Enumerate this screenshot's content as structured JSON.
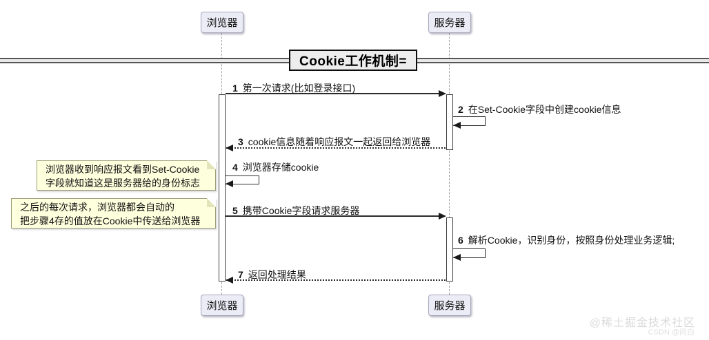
{
  "diagram": {
    "title": "Cookie工作机制=",
    "participants": [
      {
        "id": "browser",
        "label": "浏览器"
      },
      {
        "id": "server",
        "label": "服务器"
      }
    ],
    "messages": [
      {
        "num": "1",
        "text": "第一次请求(比如登录接口)",
        "from": "browser",
        "to": "server",
        "line": "solid"
      },
      {
        "num": "2",
        "text": "在Set-Cookie字段中创建cookie信息",
        "self": "server",
        "line": "solid"
      },
      {
        "num": "3",
        "text": "cookie信息随着响应报文一起返回给浏览器",
        "from": "server",
        "to": "browser",
        "line": "dotted"
      },
      {
        "num": "4",
        "text": "浏览器存储cookie",
        "self": "browser",
        "line": "solid"
      },
      {
        "num": "5",
        "text": "携带Cookie字段请求服务器",
        "from": "browser",
        "to": "server",
        "line": "solid"
      },
      {
        "num": "6",
        "text": "解析Cookie，识别身份，按照身份处理业务逻辑;",
        "self": "server",
        "line": "solid"
      },
      {
        "num": "7",
        "text": "返回处理结果",
        "from": "server",
        "to": "browser",
        "line": "dotted"
      }
    ],
    "notes": [
      {
        "lines": [
          "浏览器收到响应报文看到Set-Cookie",
          "字段就知道这是服务器给的身份标志"
        ]
      },
      {
        "lines": [
          "之后的每次请求，浏览器都会自动的",
          "把步骤4存的值放在Cookie中传送给浏览器"
        ]
      }
    ],
    "colors": {
      "participant_fill": "#ECECF6",
      "note_fill": "#FEFFDD",
      "background": "#FFFFFF",
      "line": "#2B2B2B"
    },
    "watermark": {
      "line1": "@稀土掘金技术社区",
      "line2": "CSDN @问白"
    }
  }
}
